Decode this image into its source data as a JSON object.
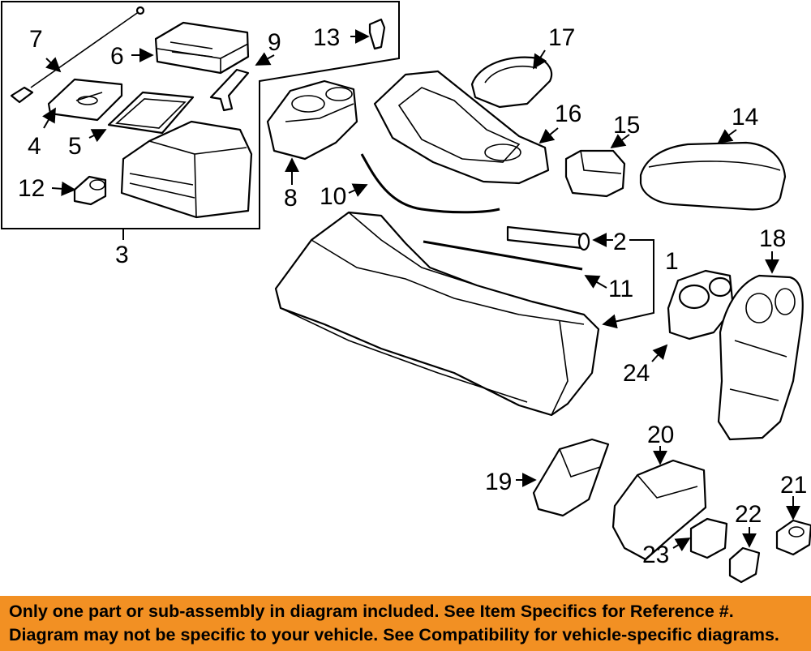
{
  "callouts": {
    "c1": "1",
    "c2": "2",
    "c3": "3",
    "c4": "4",
    "c5": "5",
    "c6": "6",
    "c7": "7",
    "c8": "8",
    "c9": "9",
    "c10": "10",
    "c11": "11",
    "c12": "12",
    "c13": "13",
    "c14": "14",
    "c15": "15",
    "c16": "16",
    "c17": "17",
    "c18": "18",
    "c19": "19",
    "c20": "20",
    "c21": "21",
    "c22": "22",
    "c23": "23",
    "c24": "24"
  },
  "notice": {
    "line1": "Only one part or sub-assembly in diagram included. See Item Specifics for Reference #.",
    "line2": "Diagram may not be specific to your vehicle. See Compatibility for vehicle-specific diagrams.",
    "background_color": "#f29023"
  }
}
